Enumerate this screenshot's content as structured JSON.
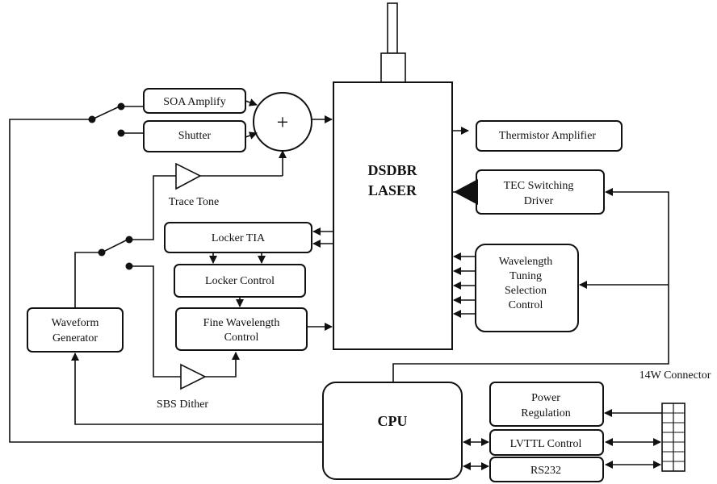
{
  "diagram": {
    "laser": {
      "line1": "DSDBR",
      "line2": "LASER"
    },
    "soa_amplify": "SOA Amplify",
    "shutter": "Shutter",
    "summer_symbol": "+",
    "trace_tone": "Trace Tone",
    "locker_tia": "Locker TIA",
    "locker_control": "Locker Control",
    "fine_wavelength": {
      "line1": "Fine Wavelength",
      "line2": "Control"
    },
    "waveform_generator": {
      "line1": "Waveform",
      "line2": "Generator"
    },
    "sbs_dither": "SBS Dither",
    "thermistor_amplifier": "Thermistor Amplifier",
    "tec_driver": {
      "line1": "TEC Switching",
      "line2": "Driver"
    },
    "wavelength_tuning": {
      "line1": "Wavelength",
      "line2": "Tuning",
      "line3": "Selection",
      "line4": "Control"
    },
    "connector_label": "14W Connector",
    "cpu": "CPU",
    "power_regulation": {
      "line1": "Power",
      "line2": "Regulation"
    },
    "lvttl_control": "LVTTL Control",
    "rs232": "RS232"
  }
}
